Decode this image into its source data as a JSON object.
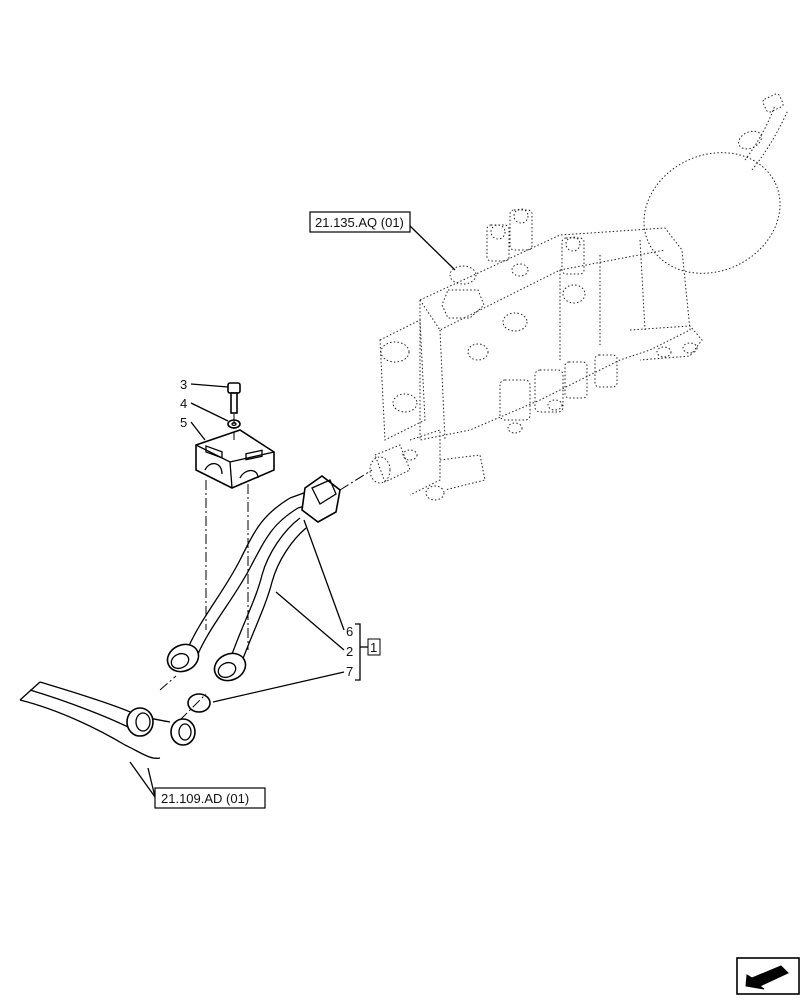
{
  "references": {
    "control_valve": "21.135.AQ (01)",
    "hoses": "21.109.AD (01)"
  },
  "callouts": {
    "bolt": "3",
    "washer": "4",
    "clamp": "5",
    "pipe_a": "6",
    "pipe_b": "2",
    "o_ring": "7"
  },
  "kit_box": "1",
  "nav_icon": "arrow-left-down-icon"
}
